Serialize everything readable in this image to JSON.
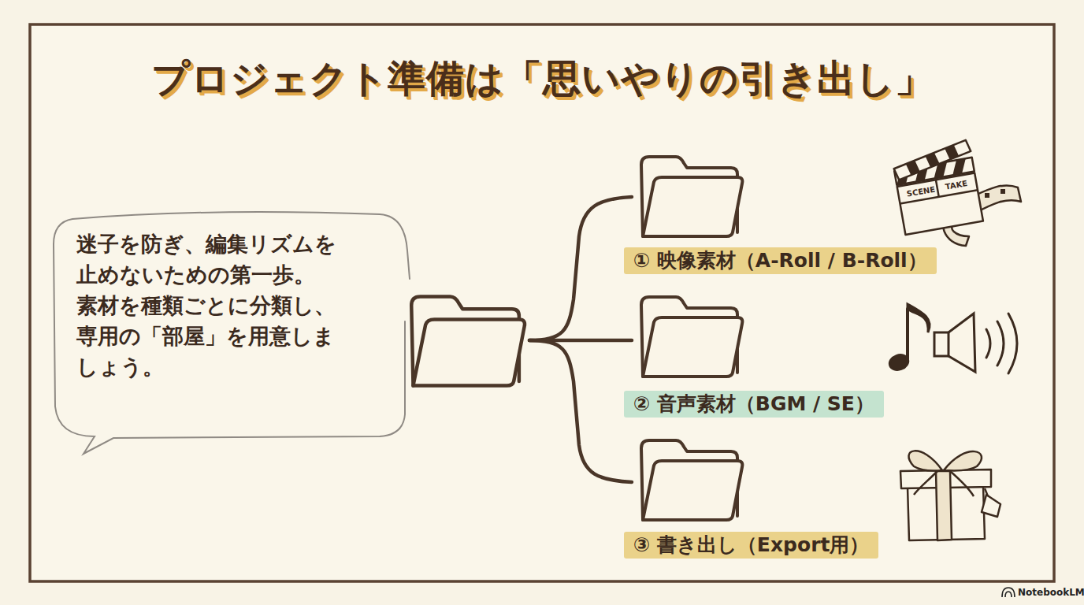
{
  "diagram": {
    "title": "プロジェクト準備は「思いやりの引き出し」",
    "nodes": [
      {
        "text": [
          "迷子を防ぎ、編集リズムを 止めないための第一歩。 素材を種類ごとに分類し、 専用の「部屋」を用意しま しょう。"
        ]
      },
      {
        "text": [
          "① 映像素材（A-Roll / B-Roll）"
        ]
      },
      {
        "text": [
          "② 音声素材（BGM / SE）"
        ]
      },
      {
        "text": [
          "③ 書き出し（Export用）"
        ]
      }
    ],
    "labels": [
      "SCENE",
      "TAKE",
      "NotebookLM"
    ]
  }
}
